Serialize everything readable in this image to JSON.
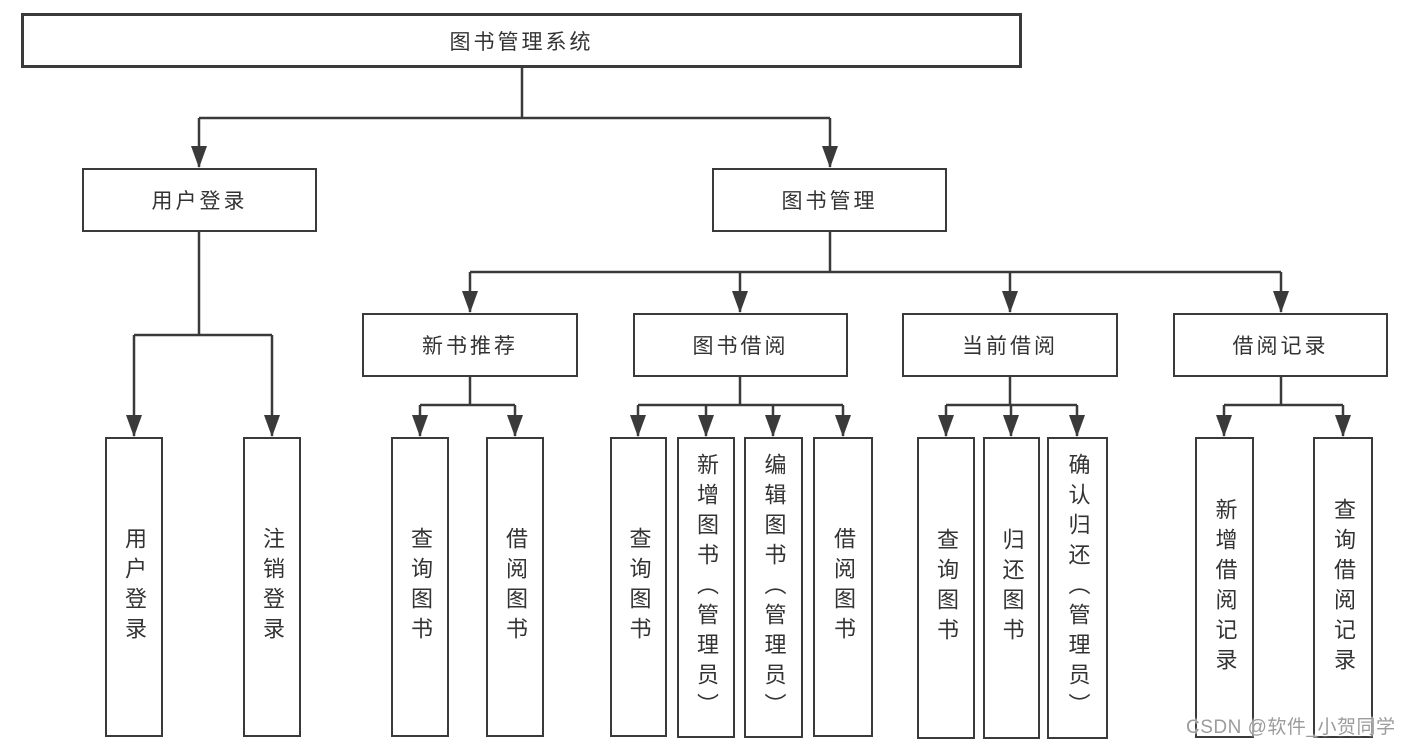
{
  "diagram": {
    "root": {
      "label": "图书管理系统"
    },
    "level2": [
      {
        "label": "用户登录"
      },
      {
        "label": "图书管理"
      }
    ],
    "level3": [
      {
        "label": "新书推荐"
      },
      {
        "label": "图书借阅"
      },
      {
        "label": "当前借阅"
      },
      {
        "label": "借阅记录"
      }
    ],
    "leaves": [
      {
        "label": "用户登录"
      },
      {
        "label": "注销登录"
      },
      {
        "label": "查询图书"
      },
      {
        "label": "借阅图书"
      },
      {
        "label": "查询图书"
      },
      {
        "label": "新增图书（管理员）"
      },
      {
        "label": "编辑图书（管理员）"
      },
      {
        "label": "借阅图书"
      },
      {
        "label": "查询图书"
      },
      {
        "label": "归还图书"
      },
      {
        "label": "确认归还（管理员）"
      },
      {
        "label": "新增借阅记录"
      },
      {
        "label": "查询借阅记录"
      }
    ],
    "watermark": "CSDN @软件_小贺同学",
    "colors": {
      "line": "#3a3a3a",
      "text": "#333333",
      "watermark": "#9c9c9c",
      "background": "#ffffff"
    }
  }
}
